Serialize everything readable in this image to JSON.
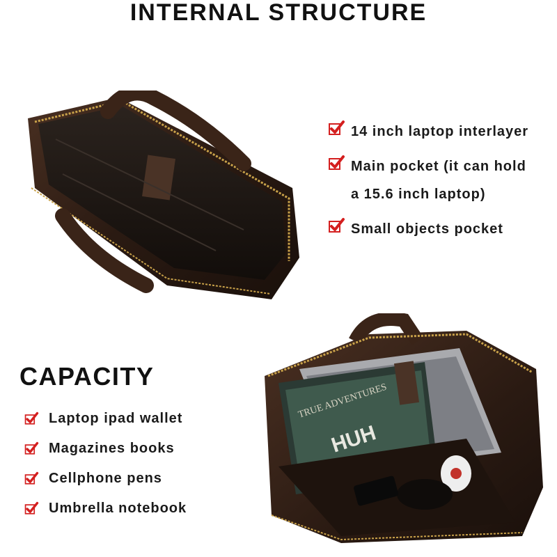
{
  "title": "INTERNAL STRUCTURE",
  "features": [
    {
      "text": "14 inch laptop interlayer"
    },
    {
      "text": "Main pocket (it can hold"
    },
    {
      "text": "a 15.6 inch laptop)"
    },
    {
      "text": "Small objects pocket"
    }
  ],
  "capacity": {
    "title": "CAPACITY",
    "items": [
      {
        "text": "Laptop ipad wallet"
      },
      {
        "text": "Magazines books"
      },
      {
        "text": "Cellphone pens"
      },
      {
        "text": "Umbrella notebook"
      }
    ]
  },
  "book": {
    "spine1": "HUH",
    "spine2": "TRUE ADVENTURES"
  },
  "colors": {
    "check": "#d41f1f",
    "leather": "#3a2418",
    "zipper": "#c9a24a"
  }
}
